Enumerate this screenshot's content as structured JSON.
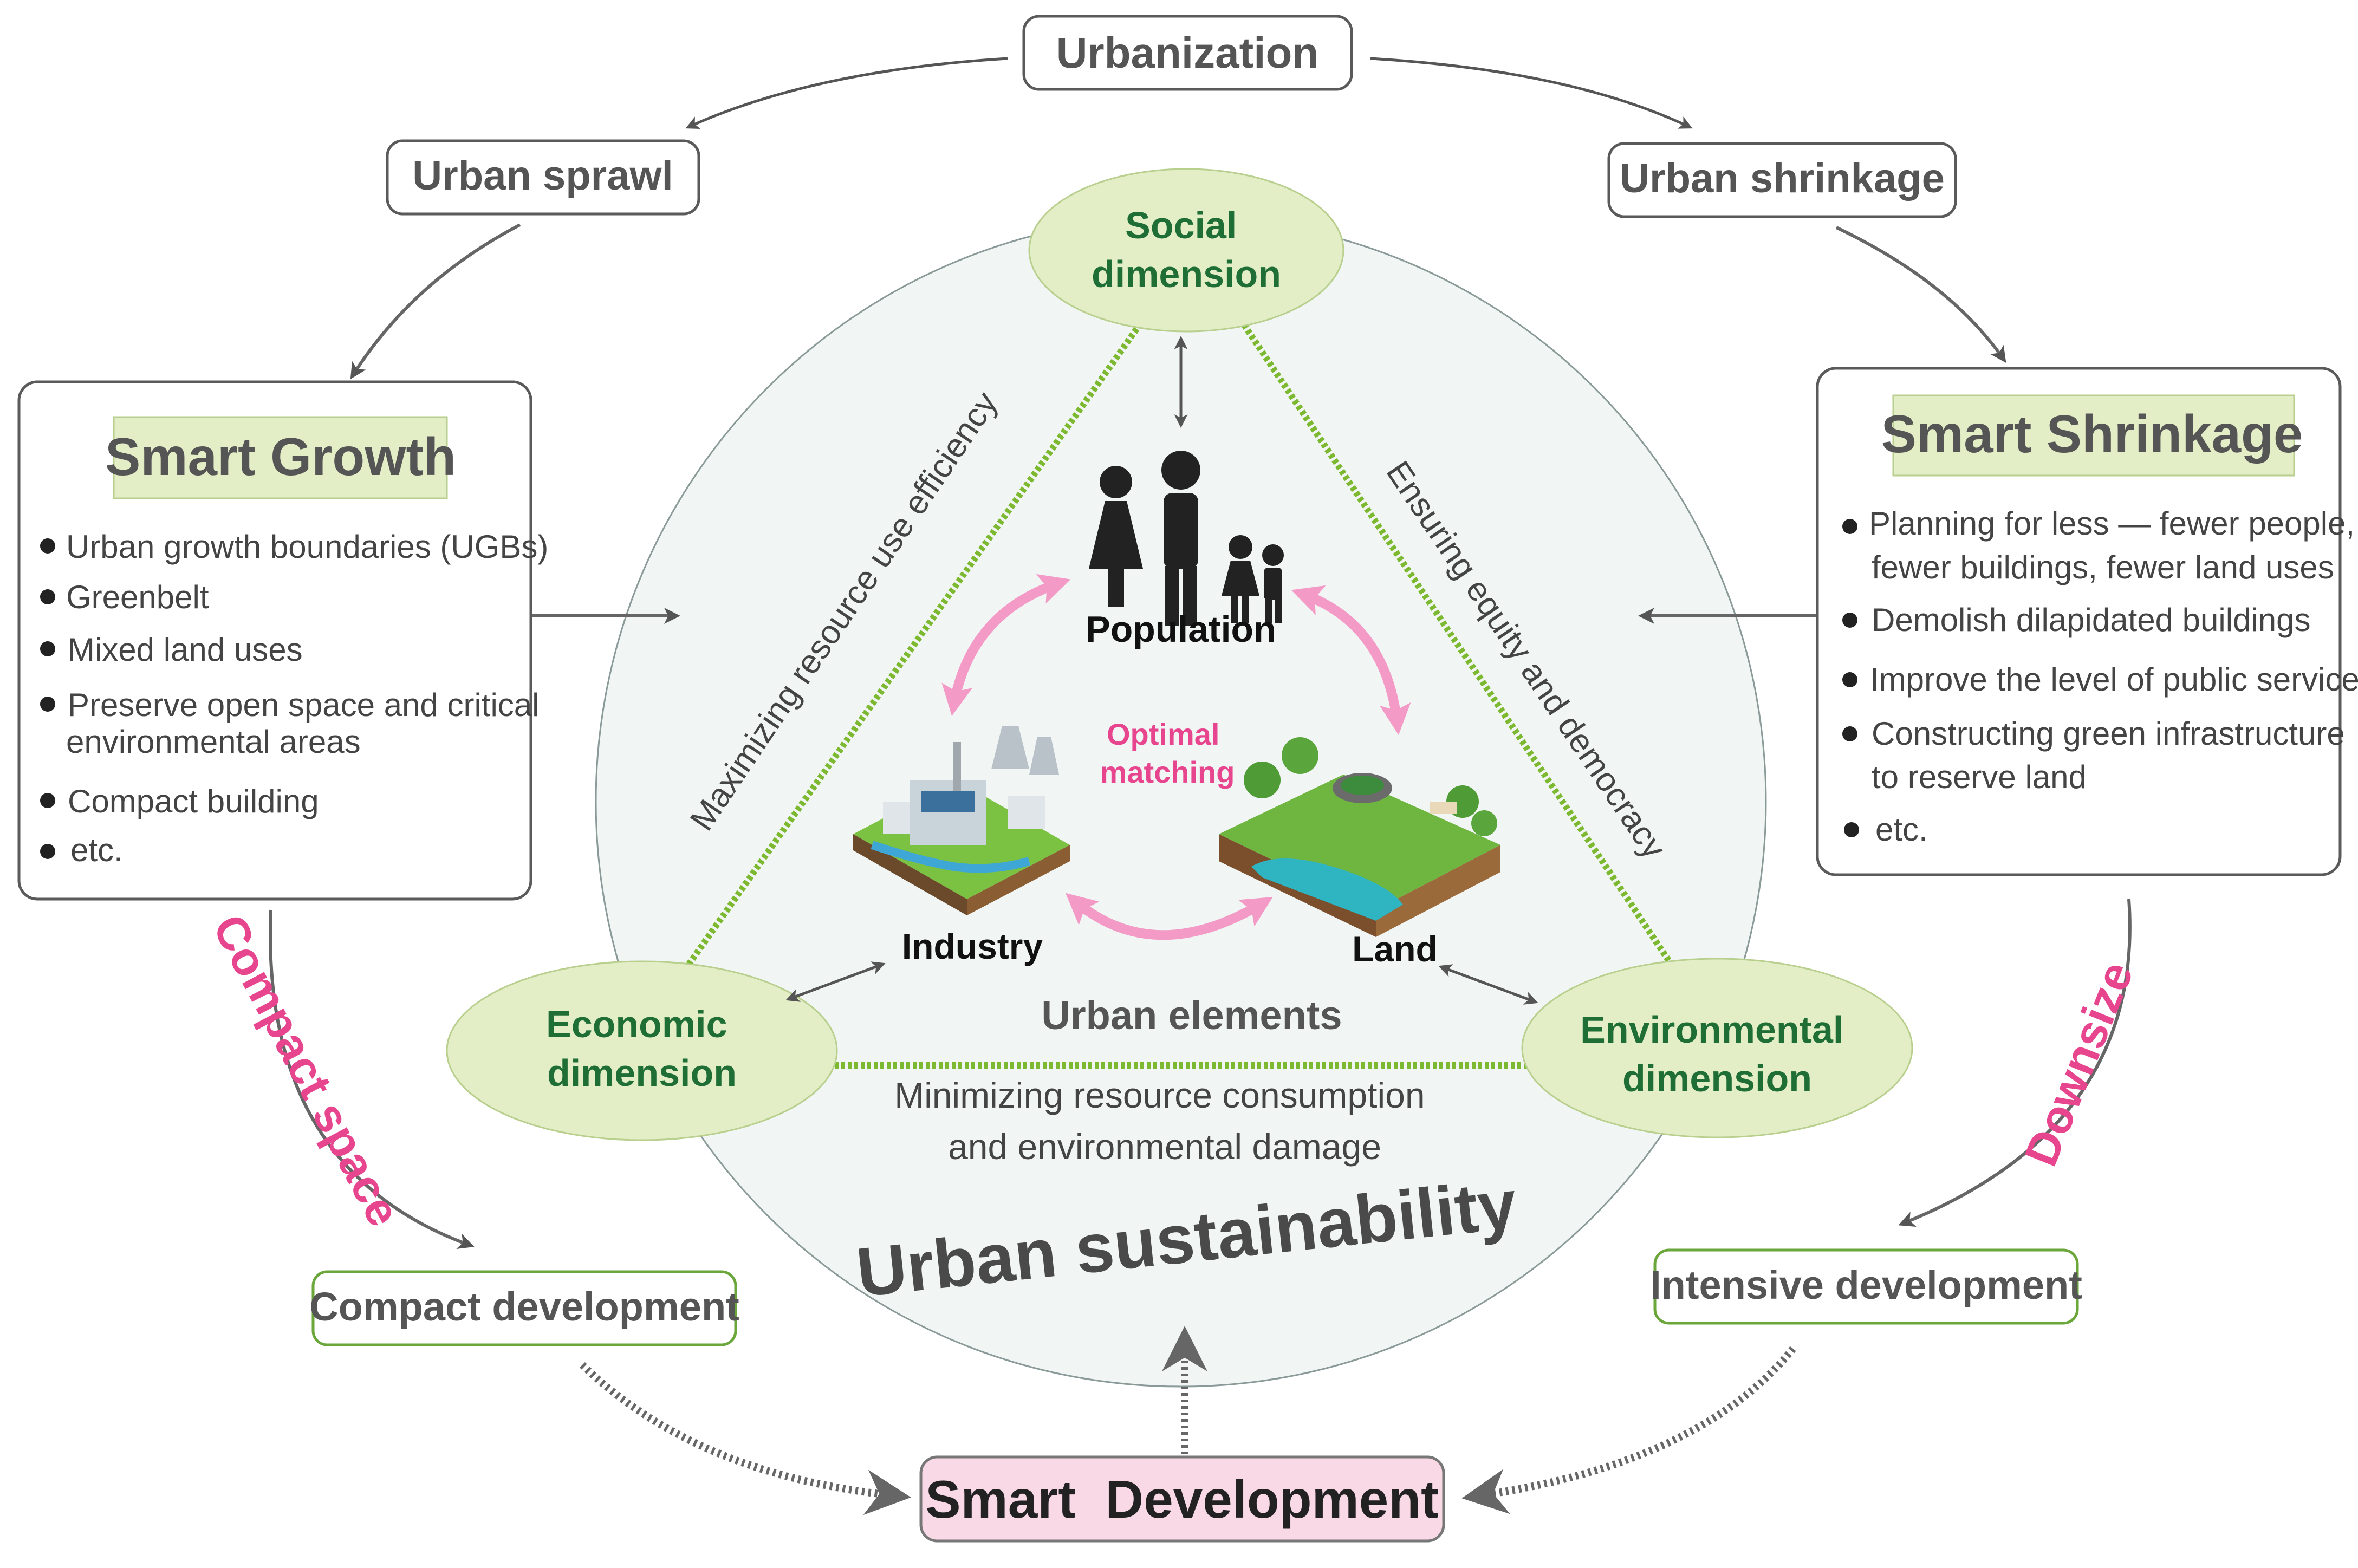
{
  "top": {
    "urbanization": "Urbanization",
    "urban_sprawl": "Urban sprawl",
    "urban_shrinkage": "Urban shrinkage"
  },
  "smart_growth": {
    "title": "Smart Growth",
    "items": [
      "Urban growth boundaries (UGBs)",
      "Greenbelt",
      "Mixed land uses",
      "Preserve open space and critical",
      "environmental areas",
      "Compact building",
      "etc."
    ]
  },
  "smart_shrinkage": {
    "title": "Smart Shrinkage",
    "items": [
      "Planning for less — fewer people,",
      "fewer buildings, fewer land uses",
      "Demolish dilapidated buildings",
      "Improve the level of public service",
      "Constructing green infrastructure",
      "to reserve land",
      "etc."
    ]
  },
  "dimensions": {
    "social": [
      "Social",
      "dimension"
    ],
    "economic": [
      "Economic",
      "dimension"
    ],
    "environmental": [
      "Environmental",
      "dimension"
    ]
  },
  "triangle_labels": {
    "left": "Maximizing resource use efficiency",
    "right": "Ensuring equity and democracy",
    "bottom": [
      "Minimizing resource consumption",
      "and environmental damage"
    ]
  },
  "elements": {
    "population": "Population",
    "industry": "Industry",
    "land": "Land",
    "optimal": [
      "Optimal",
      "matching"
    ],
    "urban_elements": "Urban elements"
  },
  "center_title": "Urban sustainability",
  "paths": {
    "compact_space": "Compact space",
    "downsize": "Downsize"
  },
  "outcomes": {
    "compact_development": "Compact development",
    "intensive_development": "Intensive development",
    "smart_development": "Smart  Development"
  },
  "colors": {
    "green_text": "#1f6e35",
    "pink_text": "#e8458f",
    "dimension_fill": "#e3eec7",
    "title_bg": "#e3eec7",
    "smart_dev_bg": "#f9d9e6",
    "triangle": "#7cb930"
  }
}
